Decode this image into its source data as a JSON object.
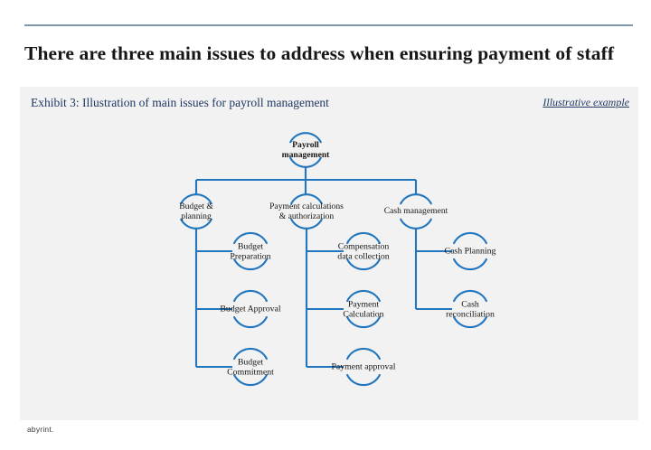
{
  "slide": {
    "title": "There are three main issues to address when ensuring payment of staff",
    "rule_color": "#7f97ab",
    "background": "#ffffff"
  },
  "exhibit": {
    "caption": "Exhibit 3: Illustration of main issues for payroll management",
    "tag": "Illustrative example",
    "panel_color": "#f2f2f2",
    "caption_color": "#1f3864"
  },
  "footer": {
    "brand": "abyrint."
  },
  "diagram": {
    "type": "tree",
    "line_color": "#2176bd",
    "node_shape": "split-circle",
    "root": {
      "id": "payroll-management",
      "label_lines": [
        "Payroll",
        "management"
      ],
      "label": "Payroll management"
    },
    "branches": [
      {
        "id": "budget-planning",
        "label_lines": [
          "Budget &",
          "planning"
        ],
        "label": "Budget & planning",
        "children": [
          {
            "id": "budget-preparation",
            "label_lines": [
              "Budget",
              "Preparation"
            ],
            "label": "Budget Preparation"
          },
          {
            "id": "budget-approval",
            "label_lines": [
              "Budget Approval"
            ],
            "label": "Budget Approval"
          },
          {
            "id": "budget-commitment",
            "label_lines": [
              "Budget",
              "Commitment"
            ],
            "label": "Budget Commitment"
          }
        ]
      },
      {
        "id": "payment-calculations-authorization",
        "label_lines": [
          "Payment calculations",
          "& authorization"
        ],
        "label": "Payment calculations & authorization",
        "children": [
          {
            "id": "compensation-data-collection",
            "label_lines": [
              "Compensation",
              "data collection"
            ],
            "label": "Compensation data collection"
          },
          {
            "id": "payment-calculation",
            "label_lines": [
              "Payment",
              "Calculation"
            ],
            "label": "Payment Calculation"
          },
          {
            "id": "payment-approval",
            "label_lines": [
              "Payment approval"
            ],
            "label": "Payment approval"
          }
        ]
      },
      {
        "id": "cash-management",
        "label_lines": [
          "Cash management"
        ],
        "label": "Cash management",
        "children": [
          {
            "id": "cash-planning",
            "label_lines": [
              "Cash Planning"
            ],
            "label": "Cash Planning"
          },
          {
            "id": "cash-reconciliation",
            "label_lines": [
              "Cash",
              "reconciliation"
            ],
            "label": "Cash reconciliation"
          }
        ]
      }
    ]
  }
}
